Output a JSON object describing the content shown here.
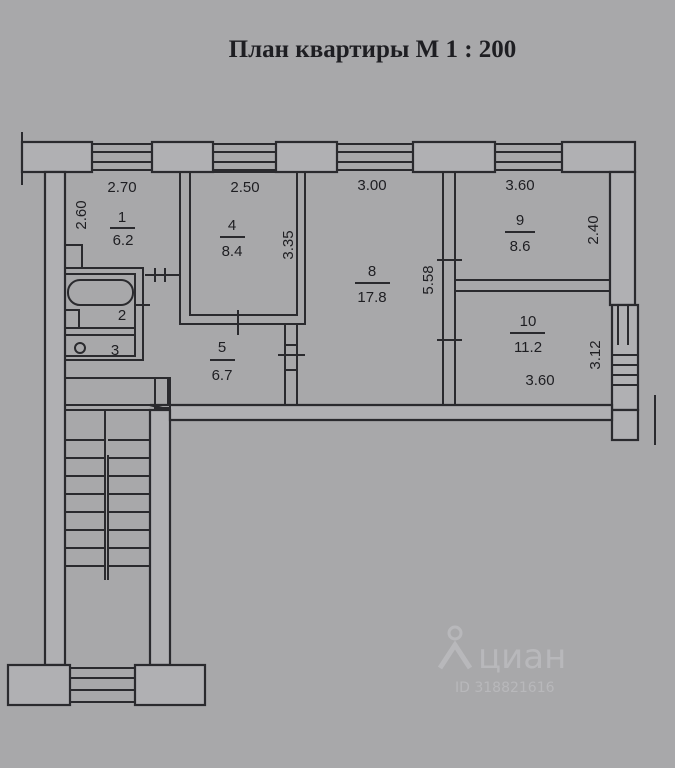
{
  "title": "План квартиры М 1 : 200",
  "rooms": [
    {
      "number": "1",
      "area": "6.2"
    },
    {
      "number": "2"
    },
    {
      "number": "3"
    },
    {
      "number": "4",
      "area": "8.4"
    },
    {
      "number": "5",
      "area": "6.7"
    },
    {
      "number": "8",
      "area": "17.8"
    },
    {
      "number": "9",
      "area": "8.6"
    },
    {
      "number": "10",
      "area": "11.2"
    }
  ],
  "dimensions": {
    "room1_width": "2.70",
    "room1_depth": "2.60",
    "room4_width": "2.50",
    "room4_depth": "3.35",
    "room8_width": "3.00",
    "room8_depth": "5.58",
    "room9_width": "3.60",
    "room9_depth": "2.40",
    "room10_width": "3.60",
    "room10_depth": "3.12"
  },
  "watermark": {
    "brand": "циан",
    "id": "ID 318821616"
  }
}
